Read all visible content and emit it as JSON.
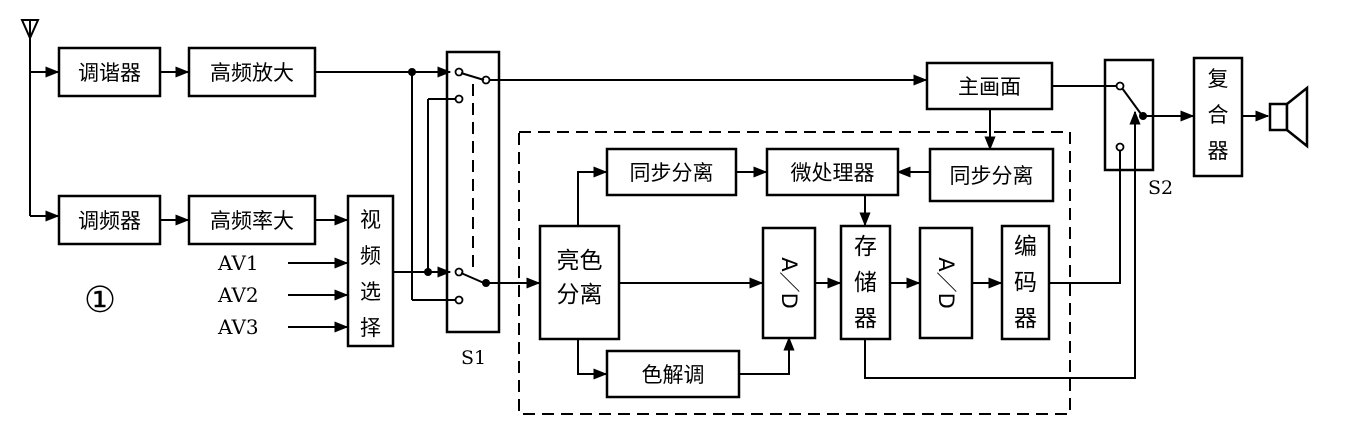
{
  "figure_number": "①",
  "blocks": {
    "tuner": "调谐器",
    "rf_amp_top": "高频放大",
    "fm_tuner": "调频器",
    "rf_amp_bottom": "高频率大",
    "video_select": [
      "视",
      "频",
      "选",
      "择"
    ],
    "main_picture": "主画面",
    "combiner": [
      "复",
      "合",
      "器"
    ],
    "sync_sep_1": "同步分离",
    "microprocessor": "微处理器",
    "sync_sep_2": "同步分离",
    "luma_chroma_sep": [
      "亮色",
      "分离"
    ],
    "ad_1": "A／D",
    "memory": [
      "存",
      "储",
      "器"
    ],
    "ad_2": "A／D",
    "encoder": [
      "编",
      "码",
      "器"
    ],
    "chroma_demod": "色解调"
  },
  "inputs": [
    "AV1",
    "AV2",
    "AV3"
  ],
  "switches": {
    "s1": "S1",
    "s2": "S2"
  }
}
